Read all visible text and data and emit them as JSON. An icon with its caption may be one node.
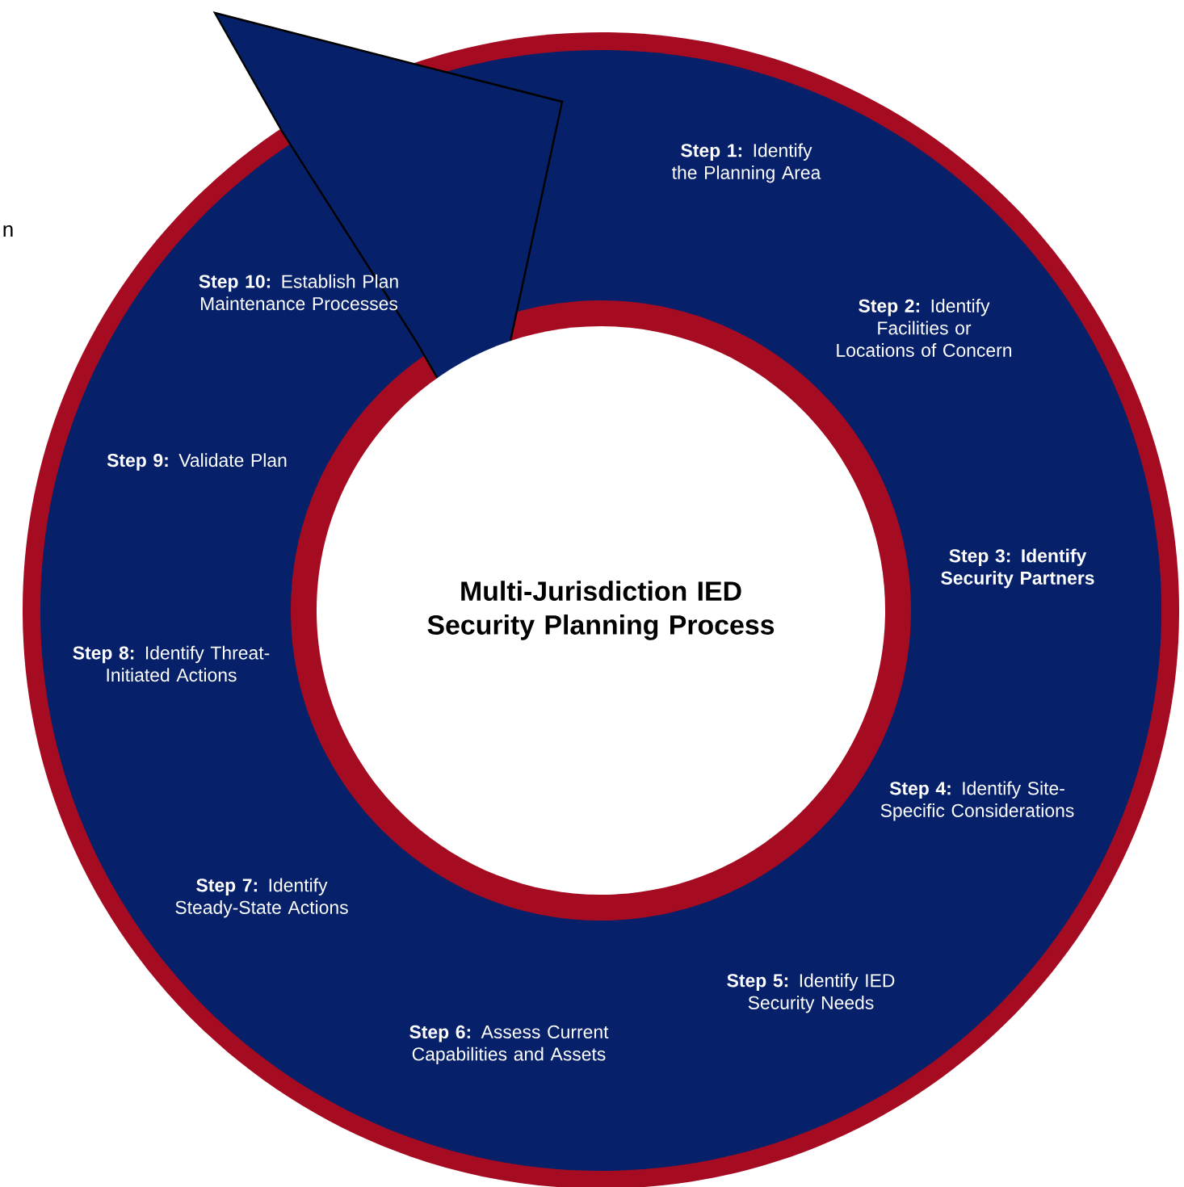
{
  "diagram": {
    "nodes": [
      {
        "text": [
          "Multi-Jurisdiction IED Security Planning Process"
        ]
      }
    ],
    "labels": [
      "n",
      "**Step 1:** Identify the Planning Area",
      "**Step 2:** Identify Facilities or Locations of Concern",
      "**Step 3: Identify Security Partners**",
      "**Step 4:** Identify Site-Specific Considerations",
      "**Step 5:** Identify IED Security Needs",
      "**Step 6:** Assess Current Capabilities and Assets",
      "**Step 7:** Identify Steady-State Actions",
      "**Step 8:** Identify Threat-Initiated Actions",
      "**Step 9:** Validate Plan",
      "**Step 10:** Establish Plan Maintenance Processes"
    ]
  }
}
